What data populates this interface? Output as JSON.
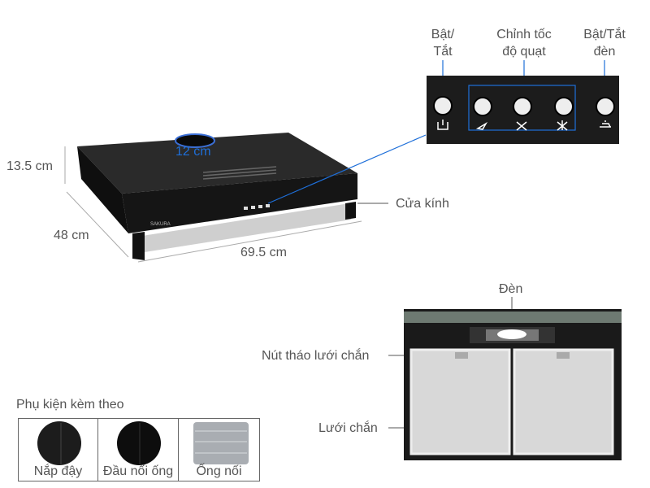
{
  "dimensions": {
    "height": "13.5 cm",
    "depth": "48 cm",
    "width": "69.5 cm",
    "duct": "12 cm"
  },
  "brand": "SAKURA",
  "labels": {
    "power": "Bật/\nTắt",
    "power_l1": "Bật/",
    "power_l2": "Tắt",
    "fan_l1": "Chỉnh tốc",
    "fan_l2": "độ quạt",
    "light_l1": "Bật/Tắt",
    "light_l2": "đèn",
    "glass": "Cửa kính",
    "lamp": "Đèn",
    "filter_release": "Nút tháo lưới chắn",
    "filter": "Lưới chắn"
  },
  "accessories": {
    "title": "Phụ kiện kèm theo",
    "items": [
      {
        "label": "Nắp đậy",
        "icon": "cap-disc-icon"
      },
      {
        "label": "Đầu nối ống",
        "icon": "connector-disc-icon"
      },
      {
        "label": "Ống nối",
        "icon": "duct-pipe-icon"
      }
    ]
  },
  "colors": {
    "accent": "#1e6fd9",
    "body": "#1b1b1b",
    "text": "#555555"
  }
}
